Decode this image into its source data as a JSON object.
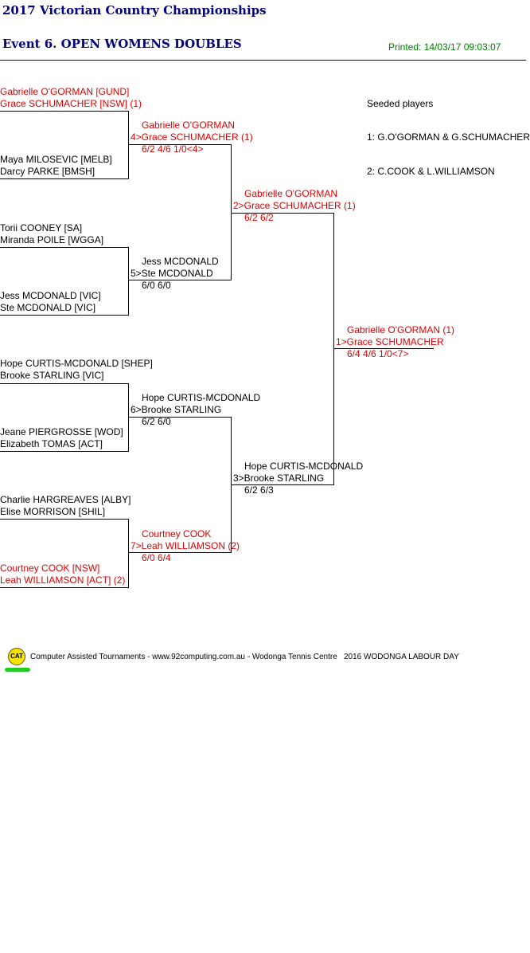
{
  "header": {
    "tournament": "2017 Victorian Country Championships",
    "event": "Event 6. OPEN WOMENS DOUBLES",
    "printed": "Printed: 14/03/17 09:03:07"
  },
  "seeds": {
    "heading": "Seeded players",
    "list": [
      "1: G.O'GORMAN & G.SCHUMACHER",
      "2: C.COOK & L.WILLIAMSON"
    ]
  },
  "round1": [
    {
      "p1": "Gabrielle O'GORMAN [GUND]",
      "p2": "Grace SCHUMACHER [NSW] (1)"
    },
    {
      "p1": "Maya MILOSEVIC [MELB]",
      "p2": "Darcy PARKE [BMSH]"
    },
    {
      "p1": "Torii COONEY [SA]",
      "p2": "Miranda POILE [WGGA]"
    },
    {
      "p1": "Jess MCDONALD [VIC]",
      "p2": "Ste MCDONALD [VIC]"
    },
    {
      "p1": "Hope CURTIS-MCDONALD [SHEP]",
      "p2": "Brooke STARLING [VIC]"
    },
    {
      "p1": "Jeane PIERGROSSE [WOD]",
      "p2": "Elizabeth TOMAS [ACT]"
    },
    {
      "p1": "Charlie HARGREAVES [ALBY]",
      "p2": "Elise MORRISON [SHIL]"
    },
    {
      "p1": "Courtney COOK [NSW]",
      "p2": "Leah WILLIAMSON [ACT] (2)"
    }
  ],
  "round2": [
    {
      "p1": "Gabrielle O'GORMAN",
      "p2": "4>Grace SCHUMACHER (1)",
      "score": "6/2 4/6 1/0<4>"
    },
    {
      "p1": "Jess MCDONALD",
      "p2": "5>Ste MCDONALD",
      "score": "6/0 6/0"
    },
    {
      "p1": "Hope CURTIS-MCDONALD",
      "p2": "6>Brooke STARLING",
      "score": "6/2 6/0"
    },
    {
      "p1": "Courtney COOK",
      "p2": "7>Leah WILLIAMSON (2)",
      "score": "6/0 6/4"
    }
  ],
  "round3": [
    {
      "p1": "Gabrielle O'GORMAN",
      "p2": "2>Grace SCHUMACHER (1)",
      "score": "6/2 6/2"
    },
    {
      "p1": "Hope CURTIS-MCDONALD",
      "p2": "3>Brooke STARLING",
      "score": "6/2 6/3"
    }
  ],
  "final": {
    "p1": "Gabrielle O'GORMAN (1)",
    "p2": "1>Grace SCHUMACHER",
    "score": "6/4 4/6 1/0<7>"
  },
  "footer": {
    "logo": "CAT",
    "credit": "Computer Assisted Tournaments - www.92computing.com.au -  Wodonga Tennis Centre",
    "event_name": "2016 WODONGA LABOUR DAY"
  },
  "colors": {
    "title": "#000080",
    "printed": "#008000",
    "highlight": "#e00000"
  }
}
